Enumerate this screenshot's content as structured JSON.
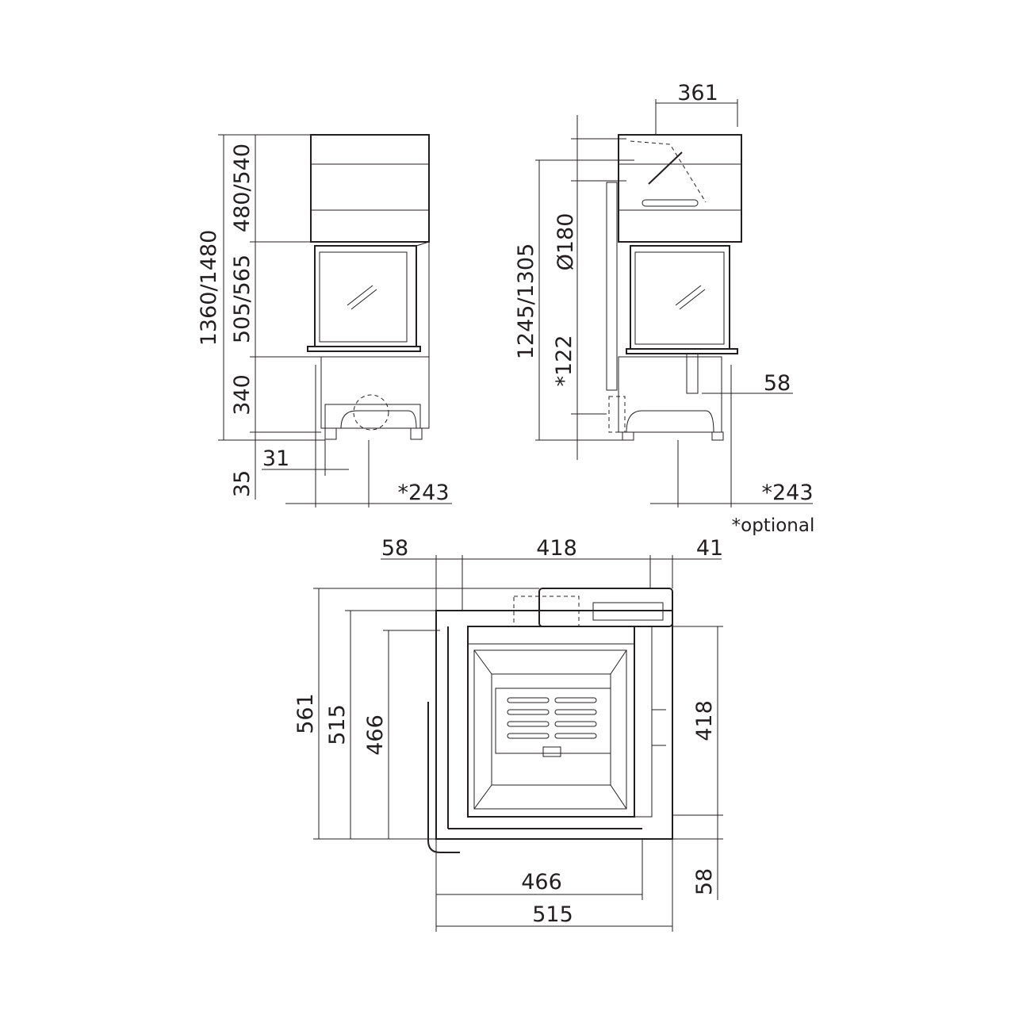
{
  "front_view": {
    "total_height": "1360/1480",
    "top_section": "480/540",
    "door_section": "505/565",
    "base_section": "340",
    "foot_height": "35",
    "foot_offset": "31",
    "optional_offset": "*243"
  },
  "side_view": {
    "flue_offset": "361",
    "flue_diameter": "Ø180",
    "flue_height": "1245/1305",
    "optional_inlet": "*122",
    "inlet_offset": "58",
    "optional_offset": "*243",
    "optional_note": "*optional"
  },
  "top_view": {
    "left_offset": "58",
    "glass_width": "418",
    "right_offset": "41",
    "total_depth": "561",
    "outer_depth": "515",
    "inner_depth": "466",
    "side_glass": "418",
    "bottom_offset": "58",
    "inner_width": "466",
    "outer_width": "515"
  }
}
